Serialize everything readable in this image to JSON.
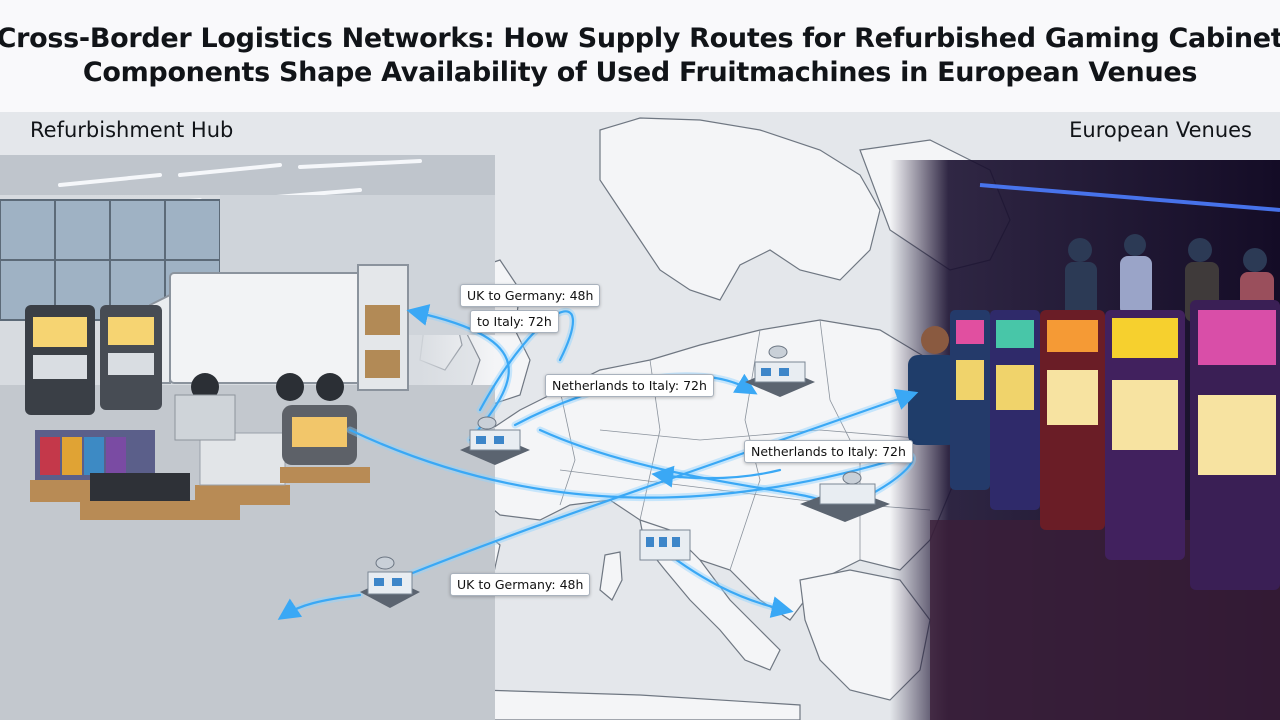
{
  "title": {
    "line1": "Cross-Border Logistics Networks: How Supply Routes for Refurbished Gaming Cabinet",
    "line2": "Components Shape Availability of Used Fruitmachines in European Venues"
  },
  "panels": {
    "left_label": "Refurbishment Hub",
    "right_label": "European Venues"
  },
  "route_labels": [
    {
      "id": "uk-germany-top",
      "text": "UK to Germany: 48h"
    },
    {
      "id": "to-italy-top",
      "text": "to Italy: 72h"
    },
    {
      "id": "netherlands-italy-mid",
      "text": "Netherlands to Italy: 72h"
    },
    {
      "id": "netherlands-italy-right",
      "text": "Netherlands to Italy: 72h"
    },
    {
      "id": "uk-germany-bottom",
      "text": "UK to Germany: 48h"
    }
  ],
  "icons": [
    "warehouse-icon",
    "satellite-dish-icon",
    "truck-icon",
    "slot-machine-icon",
    "route-arrow-icon"
  ],
  "colors": {
    "route": "#3aa8f5",
    "route_glow": "#8fd3ff",
    "map_land": "#f3f4f6",
    "map_border": "#6b7280",
    "venue_bg": "#1a1030"
  }
}
